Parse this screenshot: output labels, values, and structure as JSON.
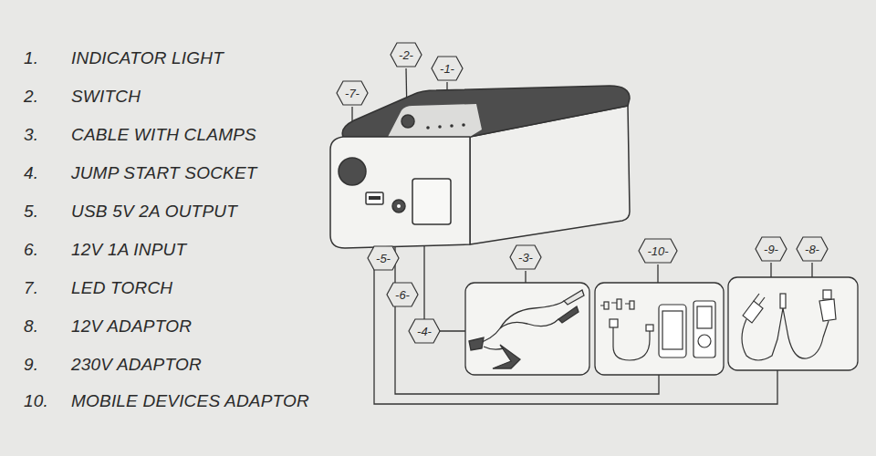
{
  "diagram": {
    "nodes": [
      {
        "text": [
          "-2-"
        ]
      },
      {
        "text": [
          "-1-"
        ]
      },
      {
        "text": [
          "-7-"
        ]
      },
      {
        "text": [
          "-3-"
        ]
      },
      {
        "text": [
          "-10-"
        ]
      },
      {
        "text": [
          "-9-"
        ]
      },
      {
        "text": [
          "-8-"
        ]
      },
      {
        "text": [
          "-5-"
        ]
      },
      {
        "text": [
          "-6-"
        ]
      },
      {
        "text": [
          "-4-"
        ]
      }
    ],
    "labels": [
      "1.",
      "INDICATOR LIGHT",
      "2.",
      "SWITCH",
      "3.",
      "CABLE WITH CLAMPS",
      "4.",
      "JUMP START SOCKET",
      "5.",
      "USB 5V 2A OUTPUT",
      "6.",
      "12V 1A INPUT",
      "7.",
      "LED TORCH",
      "8.",
      "12V ADAPTOR",
      "9.",
      "230V ADAPTOR",
      "10.",
      "MOBILE DEVICES ADAPTOR"
    ]
  }
}
